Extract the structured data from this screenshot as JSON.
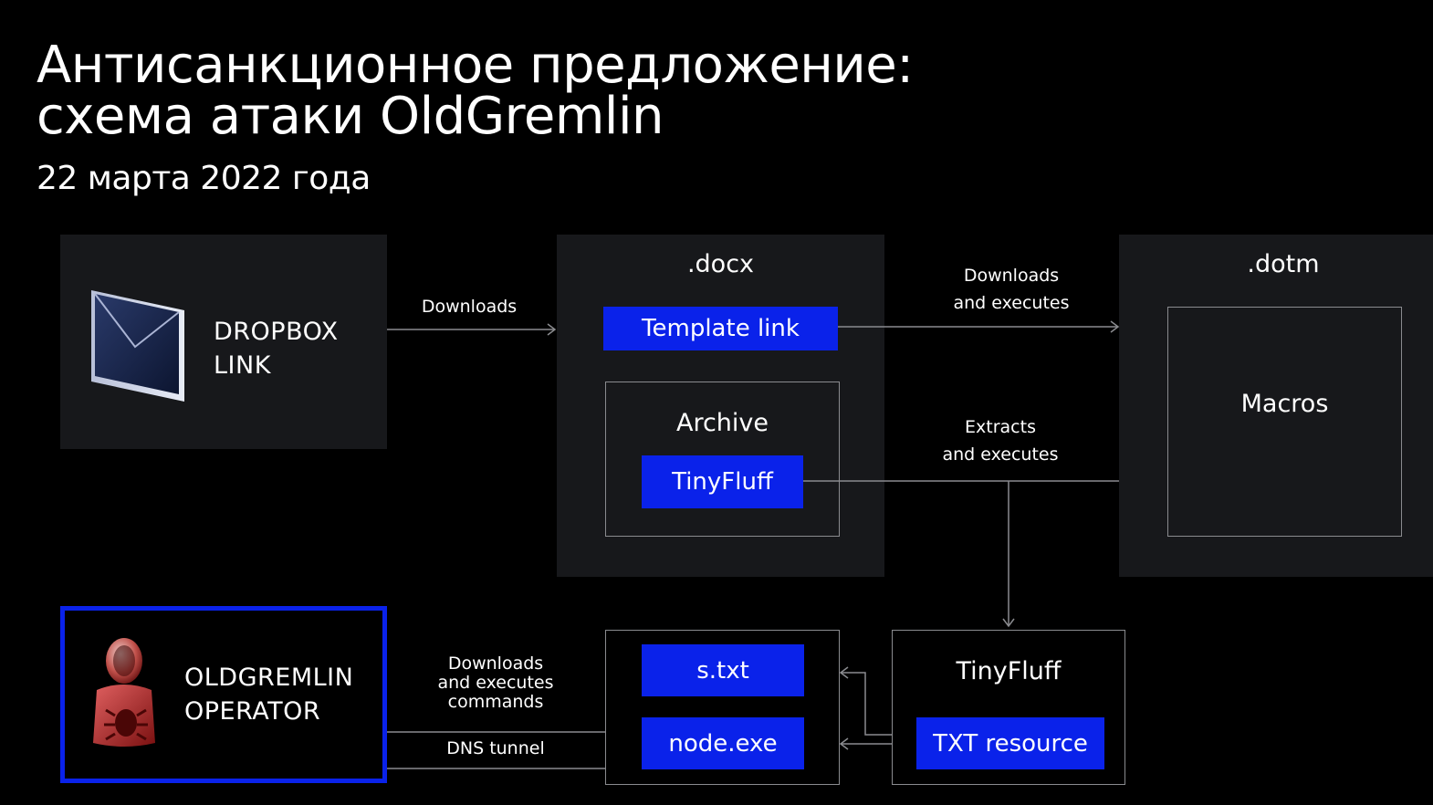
{
  "header": {
    "title_line1": "Антисанкционное предложение:",
    "title_line2": "схема атаки OldGremlin",
    "date": "22 марта 2022 года"
  },
  "nodes": {
    "dropbox": {
      "line1": "DROPBOX",
      "line2": "LINK",
      "icon": "envelope-icon"
    },
    "docx": {
      "title": ".docx",
      "template_link": "Template link",
      "archive": "Archive",
      "tinyfluff": "TinyFluff"
    },
    "dotm": {
      "title": ".dotm",
      "macros": "Macros"
    },
    "operator": {
      "line1": "OLDGREMLIN",
      "line2": "OPERATOR",
      "icon": "gremlin-operator-icon"
    },
    "payloads": {
      "s_txt": "s.txt",
      "node_exe": "node.exe"
    },
    "tinyfluff_box": {
      "title": "TinyFluff",
      "txt_resource": "TXT resource"
    }
  },
  "edges": {
    "downloads": "Downloads",
    "downloads_executes_1": "Downloads",
    "downloads_executes_2": "and executes",
    "extracts_1": "Extracts",
    "extracts_2": "and executes",
    "commands_1": "Downloads",
    "commands_2": "and executes",
    "commands_3": "commands",
    "dns": "DNS tunnel"
  },
  "colors": {
    "background": "#000000",
    "panel": "#17181b",
    "accent_blue": "#0a22ea",
    "line": "#8a8b8f"
  }
}
